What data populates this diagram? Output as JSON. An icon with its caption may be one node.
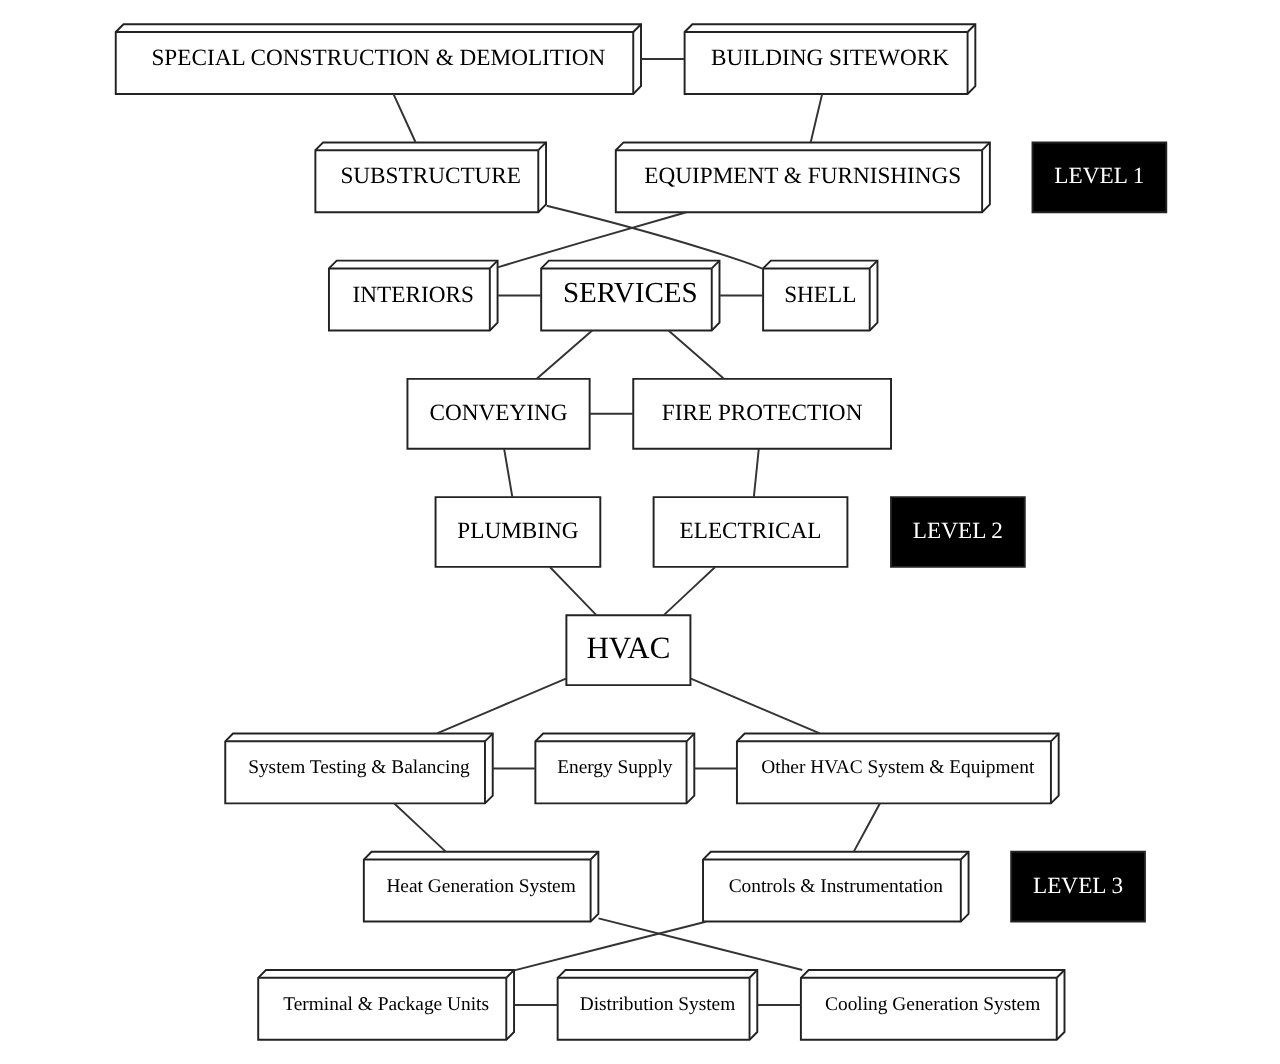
{
  "diagram": {
    "nodes": [
      {
        "text": [
          "SPECIAL CONSTRUCTION & DEMOLITION"
        ]
      },
      {
        "text": [
          "BUILDING SITEWORK"
        ]
      },
      {
        "text": [
          "SUBSTRUCTURE"
        ]
      },
      {
        "text": [
          "EQUIPMENT & FURNISHINGS"
        ]
      },
      {
        "text": [
          "LEVEL 1"
        ]
      },
      {
        "text": [
          "SHELL"
        ]
      },
      {
        "text": [
          "INTERIORS"
        ]
      },
      {
        "text": [
          "SERVICES"
        ]
      },
      {
        "text": [
          "CONVEYING"
        ]
      },
      {
        "text": [
          "FIRE PROTECTION"
        ]
      },
      {
        "text": [
          "LEVEL 2"
        ]
      },
      {
        "text": [
          "PLUMBING"
        ]
      },
      {
        "text": [
          "ELECTRICAL"
        ]
      },
      {
        "text": [
          "HVAC"
        ]
      },
      {
        "text": [
          "Energy Supply"
        ]
      },
      {
        "text": [
          "System Testing & Balancing"
        ]
      },
      {
        "text": [
          "Other HVAC System & Equipment"
        ]
      },
      {
        "text": [
          "Heat Generation System"
        ]
      },
      {
        "text": [
          "LEVEL 3"
        ]
      },
      {
        "text": [
          "Controls & Instrumentation"
        ]
      },
      {
        "text": [
          "Cooling Generation System"
        ]
      },
      {
        "text": [
          "Terminal & Package Units"
        ]
      },
      {
        "text": [
          "Distribution System"
        ]
      }
    ],
    "edges": [
      {
        "from": 0,
        "to": 1,
        "arrow": "none"
      },
      {
        "from": 1,
        "to": 3,
        "arrow": "none"
      },
      {
        "from": 3,
        "to": 6,
        "arrow": "none"
      },
      {
        "from": 6,
        "to": 7,
        "arrow": "none"
      },
      {
        "from": 7,
        "to": 5,
        "arrow": "none"
      },
      {
        "from": 5,
        "to": 2,
        "arrow": "none"
      },
      {
        "from": 2,
        "to": 0,
        "arrow": "none"
      },
      {
        "from": 7,
        "to": 8,
        "arrow": "none"
      },
      {
        "from": 7,
        "to": 9,
        "arrow": "none"
      },
      {
        "from": 8,
        "to": 9,
        "arrow": "none"
      },
      {
        "from": 9,
        "to": 12,
        "arrow": "none"
      },
      {
        "from": 12,
        "to": 13,
        "arrow": "none"
      },
      {
        "from": 13,
        "to": 11,
        "arrow": "none"
      },
      {
        "from": 11,
        "to": 8,
        "arrow": "none"
      },
      {
        "from": 13,
        "to": 15,
        "arrow": "none"
      },
      {
        "from": 13,
        "to": 16,
        "arrow": "none"
      },
      {
        "from": 15,
        "to": 14,
        "arrow": "none"
      },
      {
        "from": 14,
        "to": 16,
        "arrow": "none"
      },
      {
        "from": 16,
        "to": 19,
        "arrow": "none"
      },
      {
        "from": 19,
        "to": 21,
        "arrow": "none"
      },
      {
        "from": 21,
        "to": 22,
        "arrow": "none"
      },
      {
        "from": 22,
        "to": 20,
        "arrow": "none"
      },
      {
        "from": 20,
        "to": 17,
        "arrow": "none"
      },
      {
        "from": 17,
        "to": 15,
        "arrow": "none"
      }
    ]
  }
}
